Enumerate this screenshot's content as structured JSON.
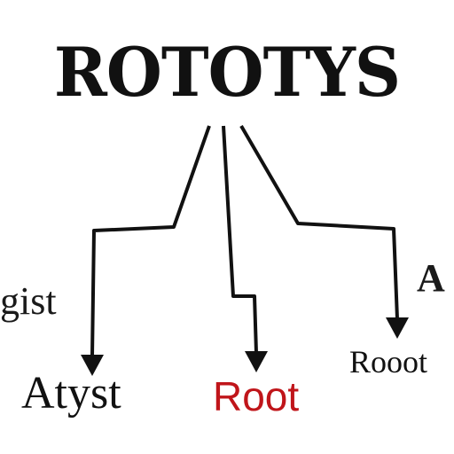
{
  "diagram": {
    "title": "ROTOTYS",
    "labels": {
      "left": "gist",
      "right_upper": "A",
      "bottom_left": "Atyst",
      "bottom_center": "Root",
      "bottom_right": "Rooot"
    },
    "colors": {
      "ink": "#111111",
      "accent_red": "#c0151a",
      "background": "#ffffff"
    }
  }
}
